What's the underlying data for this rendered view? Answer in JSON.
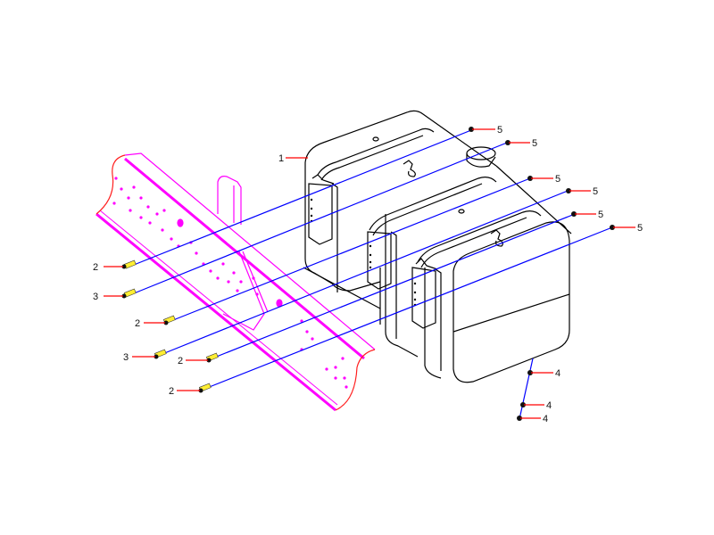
{
  "diagram": {
    "type": "exploded-assembly",
    "colors": {
      "background": "#ffffff",
      "tank_outline": "#000000",
      "frame_rail": "#ff00ff",
      "frame_cut_edge": "#ff2020",
      "assembly_lines": "#0000ff",
      "leaders": "#ff0000",
      "bolt_body": "#ffee33",
      "fastener_head": "#111111"
    },
    "parts": [
      {
        "callout": "1",
        "description": "fuel-tank"
      },
      {
        "callout": "2",
        "description": "bolt"
      },
      {
        "callout": "3",
        "description": "bolt"
      },
      {
        "callout": "4",
        "description": "nut"
      },
      {
        "callout": "5",
        "description": "nut"
      }
    ],
    "callouts": {
      "tank": "1",
      "bolt_a1": "2",
      "bolt_b1": "3",
      "bolt_a2": "2",
      "bolt_b2": "3",
      "bolt_a3": "2",
      "bolt_a4": "2",
      "nut_top1": "5",
      "nut_top2": "5",
      "nut_top3": "5",
      "nut_top4": "5",
      "nut_top5": "5",
      "nut_top6": "5",
      "nut_bot1": "4",
      "nut_bot2": "4",
      "nut_bot3": "4"
    }
  }
}
